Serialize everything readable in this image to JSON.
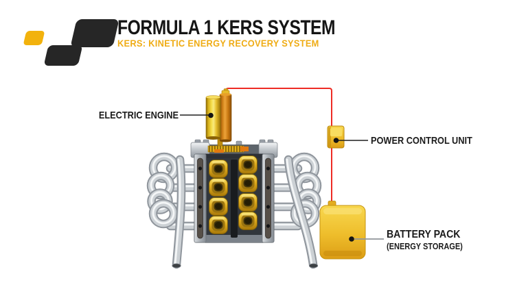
{
  "header": {
    "title": "FORMULA 1 KERS SYSTEM",
    "subtitle": "KERS: KINETIC ENERGY RECOVERY SYSTEM"
  },
  "diagram": {
    "electric_engine_label": "ELECTRIC ENGINE",
    "power_control_unit_label": "POWER CONTROL UNIT",
    "battery_pack_label": "BATTERY PACK",
    "battery_pack_sublabel": "(ENERGY STORAGE)"
  },
  "colors": {
    "brand_yellow": "#F2B20D",
    "brand_black": "#262626",
    "subtitle_yellow": "#EFAC15",
    "wire_red": "#ED2B24",
    "component_gold": "#EEBB2B",
    "chrome_silver": "#C9CDD1",
    "label_text": "#1B1B1B",
    "background": "#FFFFFF"
  }
}
